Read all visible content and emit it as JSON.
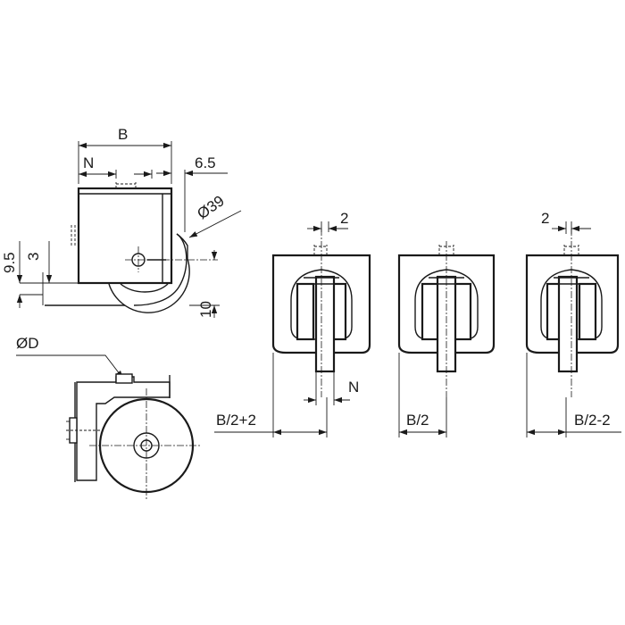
{
  "labels": {
    "b": "B",
    "n_top": "N",
    "dim_6_5": "6.5",
    "phi39": "Ø39",
    "dim_9_5": "9.5",
    "dim_3": "3",
    "dim_10": "10",
    "phi_d": "ØD",
    "dim_2_a": "2",
    "n_bottom": "N",
    "b_half_plus": "B/2+2",
    "b_half": "B/2",
    "dim_2_b": "2",
    "b_half_minus": "B/2-2"
  }
}
